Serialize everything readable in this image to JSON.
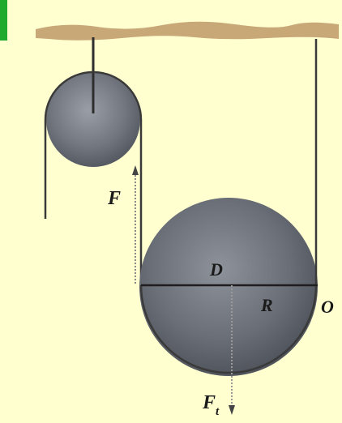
{
  "diagram": {
    "labels": {
      "force_F": "F",
      "center_D": "D",
      "radius_R": "R",
      "point_O": "O",
      "force_Ft_main": "F",
      "force_Ft_sub": "t"
    },
    "colors": {
      "background": "#ffffd0",
      "ceiling": "#c9a878",
      "pulley_fill": "#6c7078",
      "rope": "#3a3a3a",
      "green_marker": "#1faa2e"
    },
    "icons": {
      "fixed_pulley": "small-pulley-icon",
      "moving_pulley": "large-pulley-icon"
    }
  }
}
